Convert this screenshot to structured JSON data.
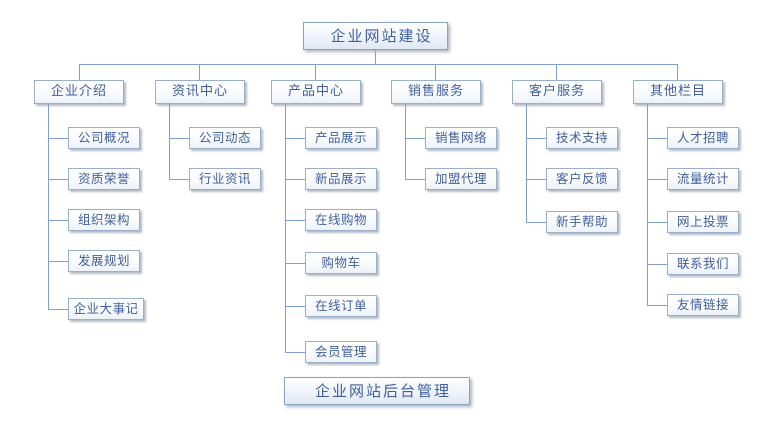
{
  "diagram": {
    "title": "企业网站建设",
    "footer": "企业网站后台管理",
    "branches": [
      {
        "label": "企业介绍",
        "children": [
          "公司概况",
          "资质荣誉",
          "组织架构",
          "发展规划",
          "企业大事记"
        ]
      },
      {
        "label": "资讯中心",
        "children": [
          "公司动态",
          "行业资讯"
        ]
      },
      {
        "label": "产品中心",
        "children": [
          "产品展示",
          "新品展示",
          "在线购物",
          "购物车",
          "在线订单",
          "会员管理"
        ]
      },
      {
        "label": "销售服务",
        "children": [
          "销售网络",
          "加盟代理"
        ]
      },
      {
        "label": "客户服务",
        "children": [
          "技术支持",
          "客户反馈",
          "新手帮助"
        ]
      },
      {
        "label": "其他栏目",
        "children": [
          "人才招聘",
          "流量统计",
          "网上投票",
          "联系我们",
          "友情链接"
        ]
      }
    ]
  },
  "colors": {
    "node_border": "#9aafc9",
    "node_text": "#3f5f9e",
    "connector": "#7e9fd0",
    "background": "#ffffff"
  }
}
